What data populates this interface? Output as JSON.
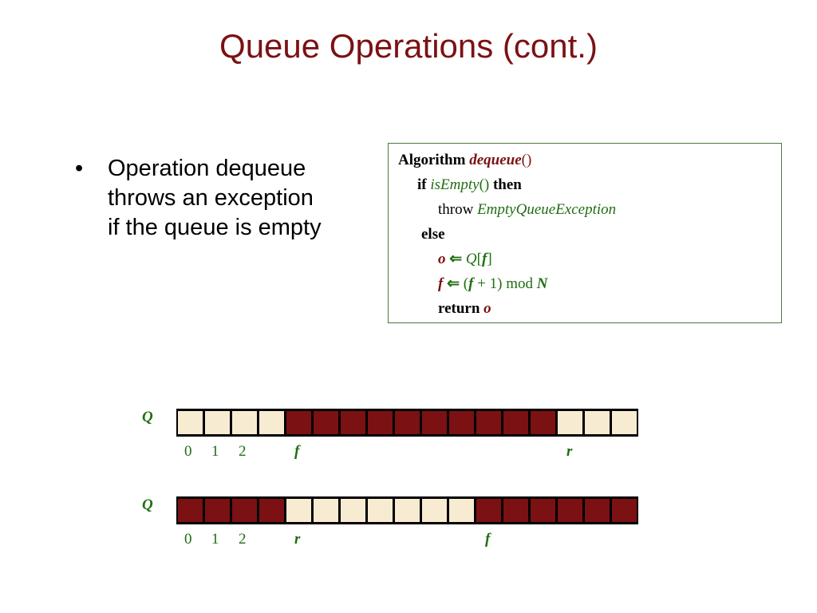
{
  "slide": {
    "title": "Queue Operations (cont.)",
    "bullets": [
      {
        "marker": "•",
        "lines": [
          "Operation dequeue",
          "throws an exception",
          "if the queue is empty"
        ]
      }
    ]
  },
  "algorithm": {
    "line1": {
      "kw": "Algorithm",
      "name": "dequeue",
      "parens": "()"
    },
    "line2": {
      "kw_if": "if",
      "call": "isEmpty",
      "parens": "()",
      "kw_then": "then"
    },
    "line3": {
      "kw": "throw",
      "exception": "EmptyQueueException"
    },
    "line4": {
      "kw": "else"
    },
    "line5": {
      "var": "o",
      "arrow": "⇐",
      "array": "Q",
      "lb": "[",
      "idx": "f",
      "rb": "]"
    },
    "line6": {
      "var": "f",
      "arrow": "⇐",
      "lp": "(",
      "idx": "f",
      "rest": " + 1) mod ",
      "n": "N"
    },
    "line7": {
      "kw": "return",
      "var": "o"
    }
  },
  "diagrams": [
    {
      "label": "Q",
      "cells": [
        "empty",
        "empty",
        "empty",
        "empty",
        "full",
        "full",
        "full",
        "full",
        "full",
        "full",
        "full",
        "full",
        "full",
        "full",
        "empty",
        "empty",
        "empty"
      ],
      "indices": {
        "i0": "0",
        "i1": "1",
        "i2": "2",
        "p1": "f",
        "p2": "r"
      }
    },
    {
      "label": "Q",
      "cells": [
        "full",
        "full",
        "full",
        "full",
        "empty",
        "empty",
        "empty",
        "empty",
        "empty",
        "empty",
        "empty",
        "full",
        "full",
        "full",
        "full",
        "full",
        "full"
      ],
      "indices": {
        "i0": "0",
        "i1": "1",
        "i2": "2",
        "p1": "r",
        "p2": "f"
      }
    }
  ],
  "colors": {
    "title": "#7b1113",
    "accent_green": "#1f6e11",
    "cell_full": "#7b1113",
    "cell_empty": "#f7ebd1",
    "box_border": "#4b7a3a"
  }
}
